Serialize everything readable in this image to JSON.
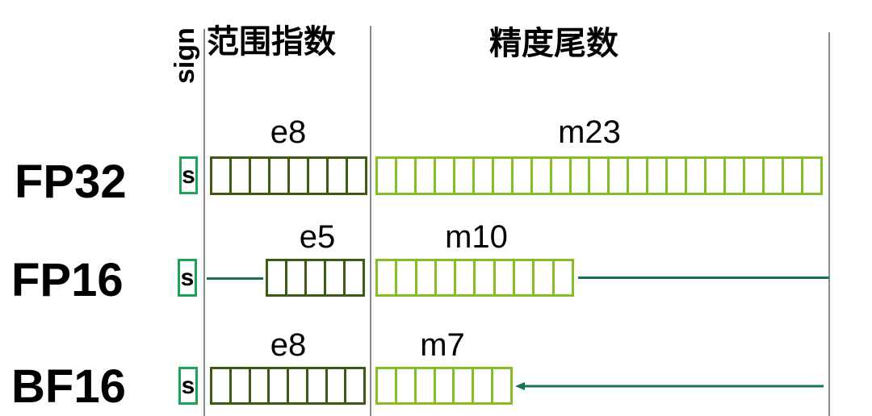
{
  "headers": {
    "sign": "sign",
    "exponent": "范围指数",
    "mantissa": "精度尾数"
  },
  "colors": {
    "sign_border": "#1fa35a",
    "exponent_border": "#3d5a12",
    "mantissa_border": "#84bd24",
    "connector": "#17705a",
    "divider": "#8a8a8a"
  },
  "formats": [
    {
      "name": "FP32",
      "sign": "s",
      "exponent_label": "e8",
      "exponent_bits": 8,
      "mantissa_label": "m23",
      "mantissa_bits": 23
    },
    {
      "name": "FP16",
      "sign": "s",
      "exponent_label": "e5",
      "exponent_bits": 5,
      "mantissa_label": "m10",
      "mantissa_bits": 10
    },
    {
      "name": "BF16",
      "sign": "s",
      "exponent_label": "e8",
      "exponent_bits": 8,
      "mantissa_label": "m7",
      "mantissa_bits": 7
    }
  ]
}
